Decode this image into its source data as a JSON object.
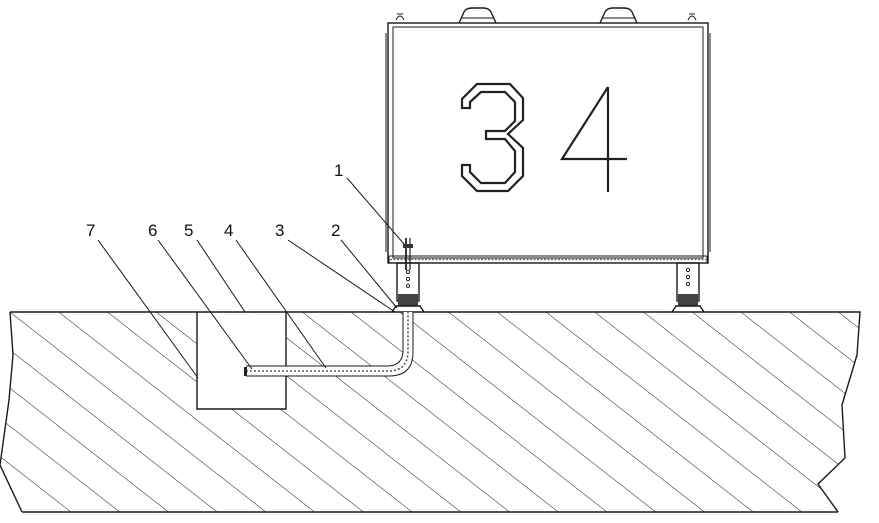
{
  "cabinet": {
    "number_a": "3",
    "number_b": "4"
  },
  "callouts": [
    "1",
    "2",
    "3",
    "4",
    "5",
    "6",
    "7"
  ]
}
